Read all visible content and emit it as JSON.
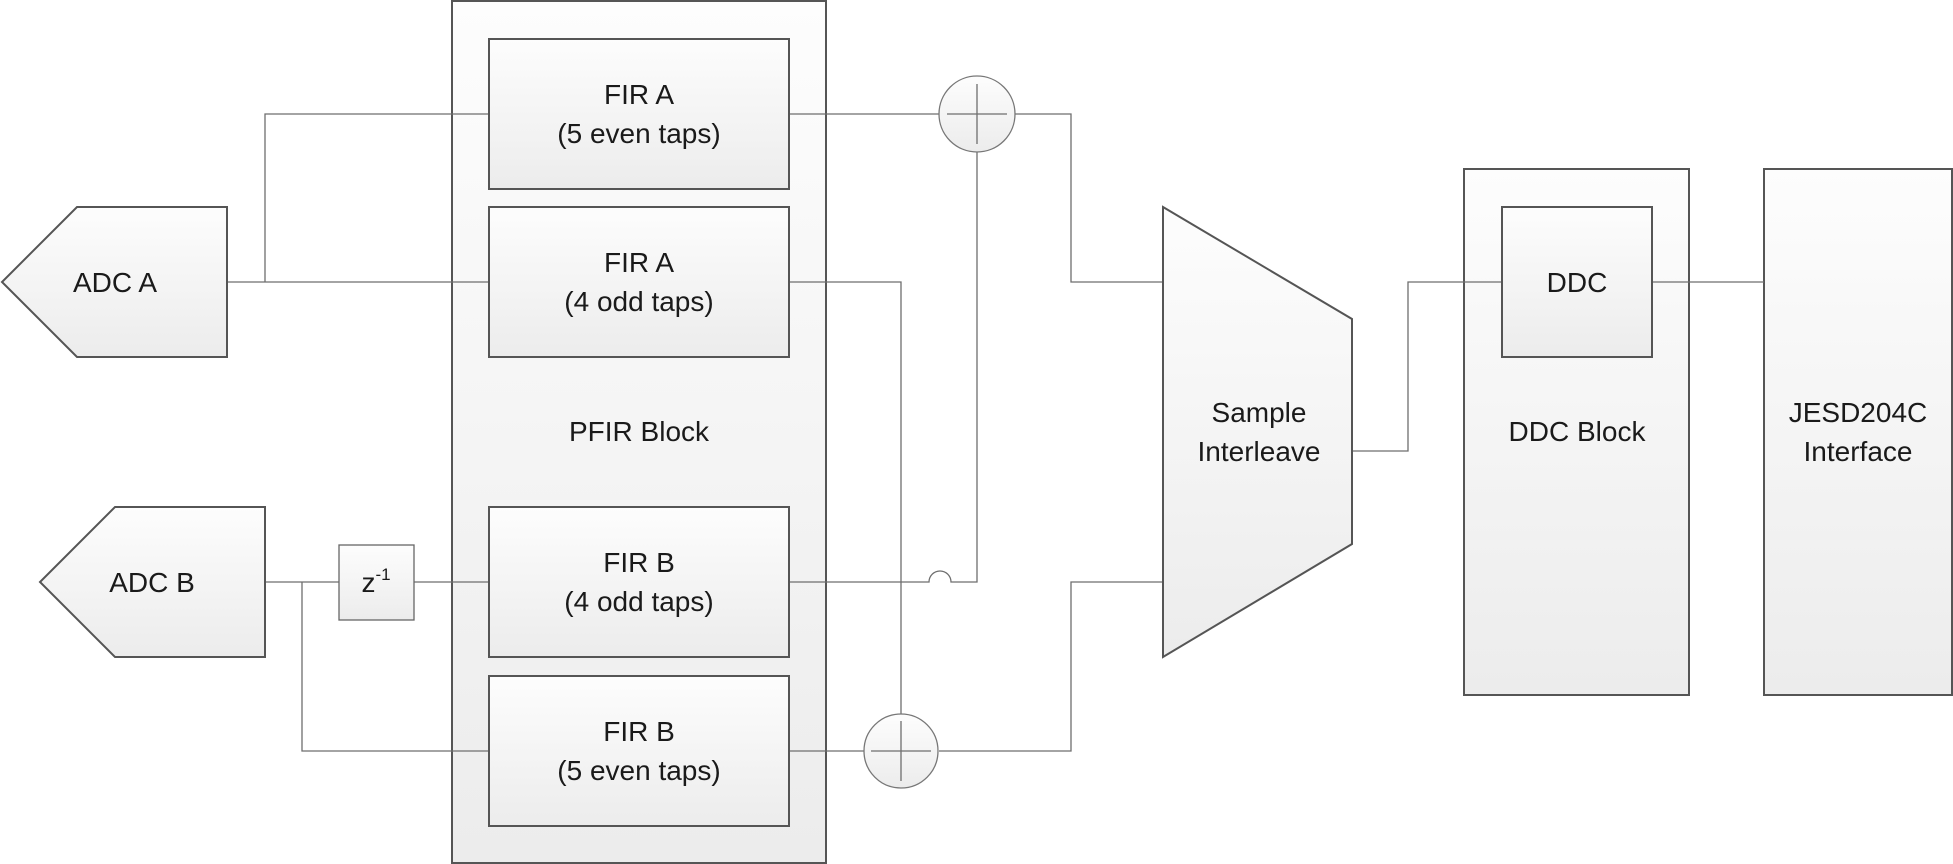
{
  "diagram": {
    "adc_a": "ADC A",
    "adc_b": "ADC B",
    "delay": {
      "base": "z",
      "exponent": "-1"
    },
    "pfir_block": "PFIR Block",
    "fir_a_even": {
      "name": "FIR A",
      "taps": "(5 even taps)"
    },
    "fir_a_odd": {
      "name": "FIR A",
      "taps": "(4 odd taps)"
    },
    "fir_b_odd": {
      "name": "FIR B",
      "taps": "(4 odd taps)"
    },
    "fir_b_even": {
      "name": "FIR B",
      "taps": "(5 even taps)"
    },
    "interleave": {
      "line1": "Sample",
      "line2": "Interleave"
    },
    "ddc_block": "DDC Block",
    "ddc": "DDC",
    "jesd": {
      "line1": "JESD204C",
      "line2": "Interface"
    }
  }
}
